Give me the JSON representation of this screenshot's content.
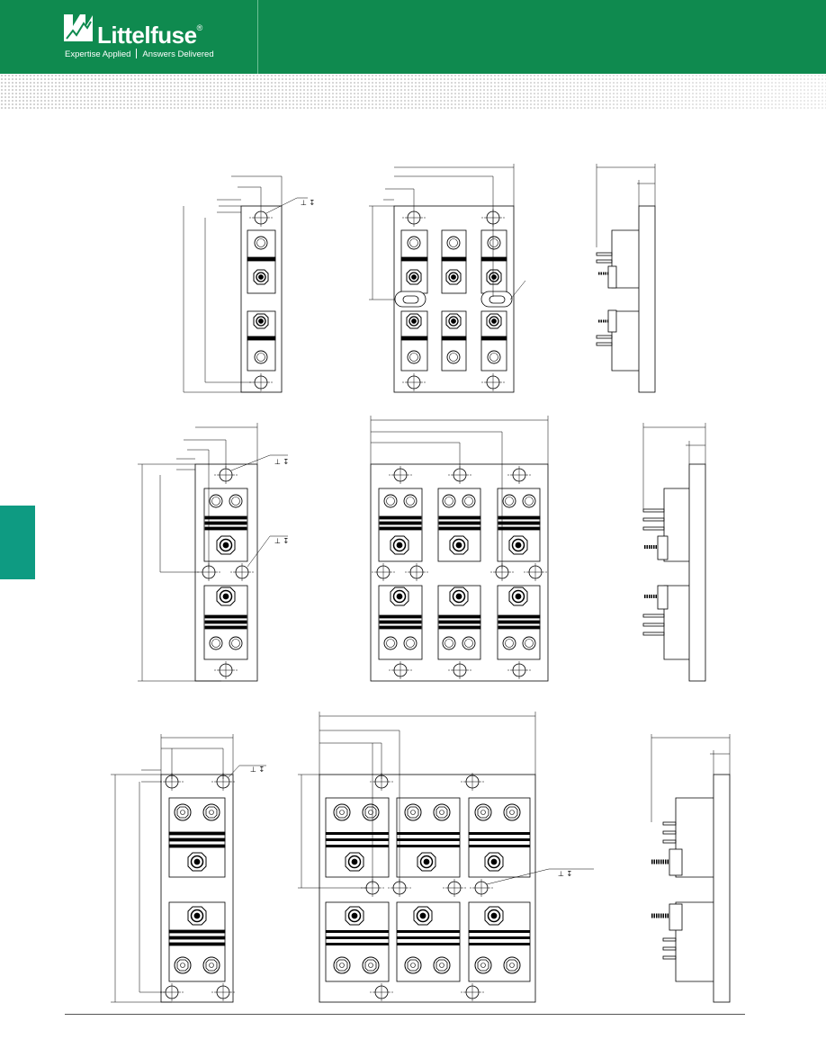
{
  "header": {
    "brand_name": "Littelfuse",
    "registered_mark": "®",
    "tagline_left": "Expertise Applied",
    "tagline_right": "Answers Delivered",
    "brand_color": "#0f8a4f",
    "logo_icon": "littelfuse-logo-icon"
  },
  "side_tab": {
    "color": "#0e9b82"
  },
  "drawings": {
    "callout_symbol": "⊥ ↧",
    "rows": [
      {
        "row": "top",
        "views": [
          "single-block-front",
          "three-block-front",
          "side-profile"
        ]
      },
      {
        "row": "middle",
        "views": [
          "single-block-front",
          "three-block-front",
          "side-profile"
        ]
      },
      {
        "row": "bottom",
        "views": [
          "single-block-front",
          "three-block-front",
          "side-profile"
        ]
      }
    ]
  }
}
